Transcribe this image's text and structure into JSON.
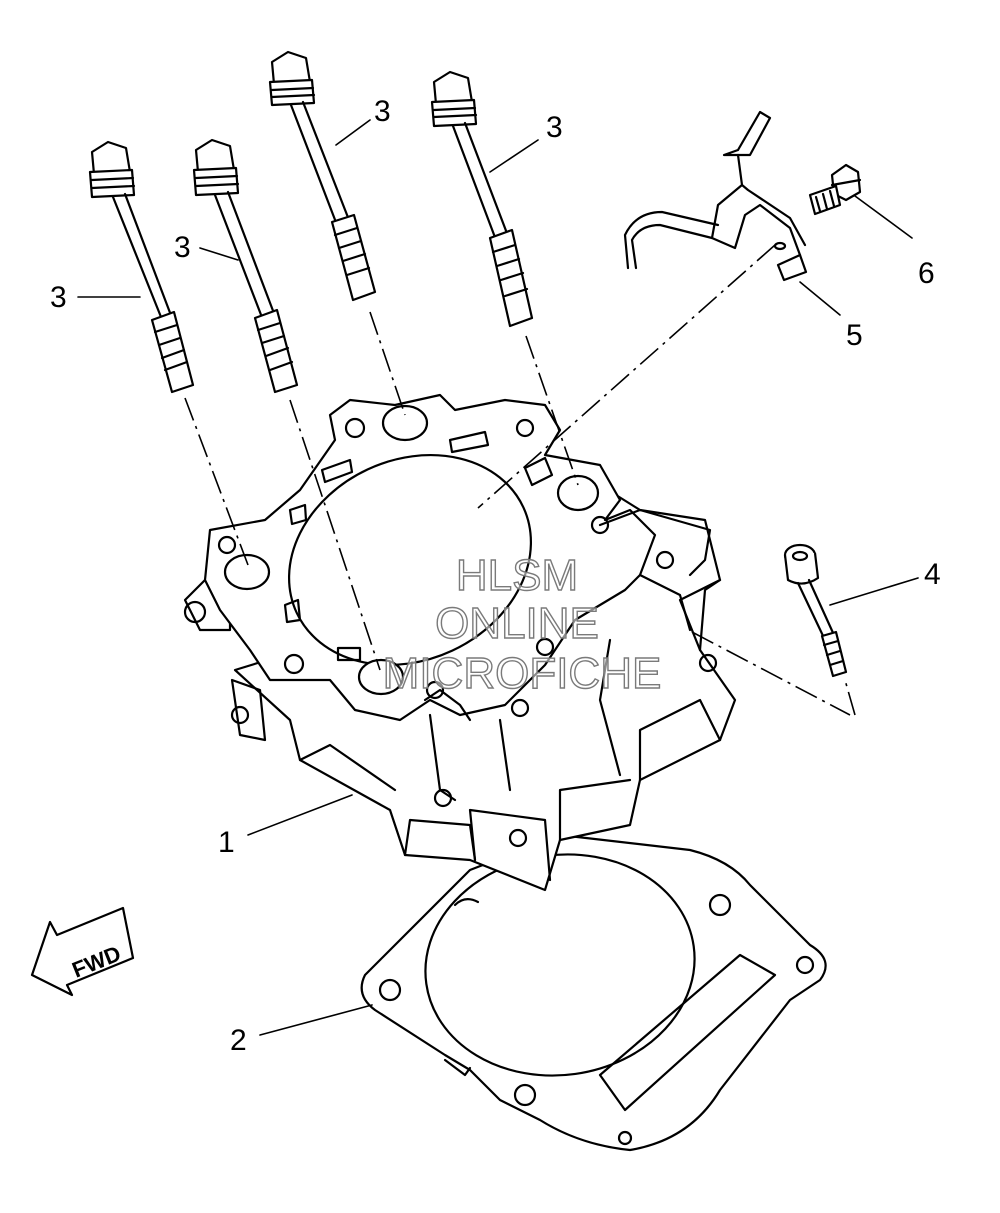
{
  "callouts": {
    "c1": "1",
    "c2": "2",
    "c3a": "3",
    "c3b": "3",
    "c3c": "3",
    "c3d": "3",
    "c4": "4",
    "c5": "5",
    "c6": "6"
  },
  "fwd_label": "FWD",
  "watermark": {
    "line1": "HLSM",
    "line2": "ONLINE",
    "line3": "MICROFICHE"
  }
}
